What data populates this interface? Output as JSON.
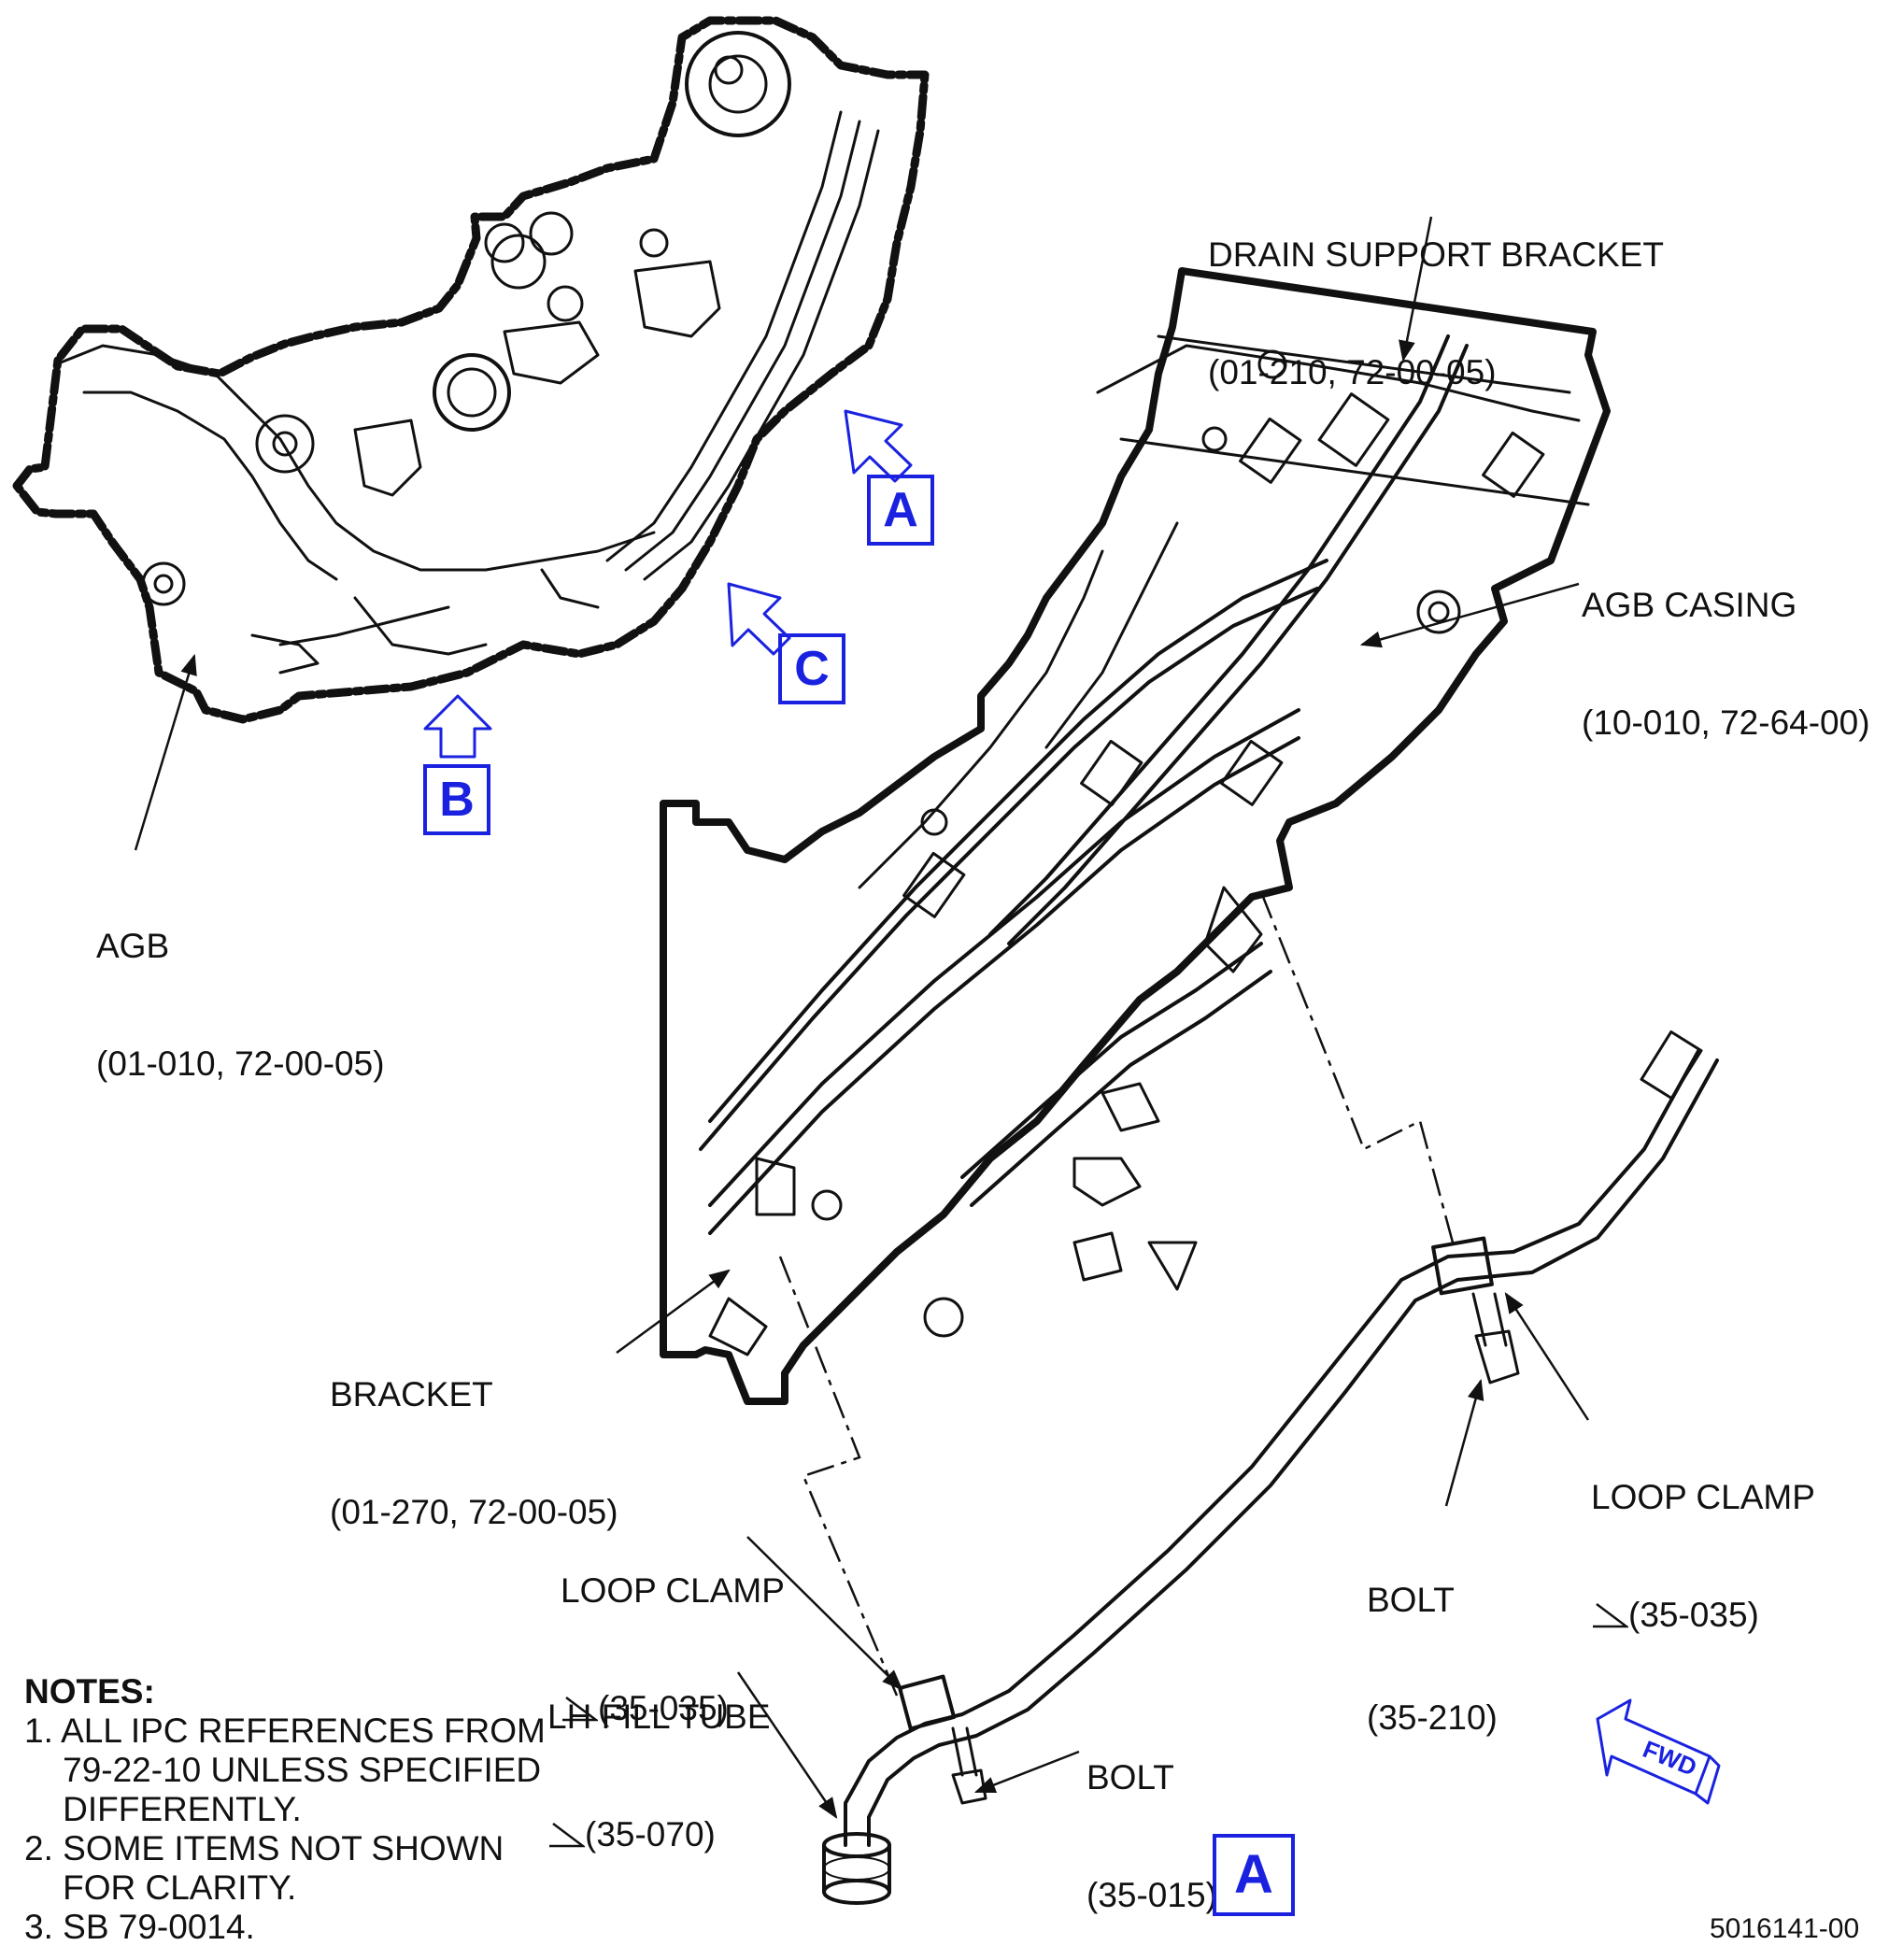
{
  "callouts": {
    "drain_support_bracket": {
      "name": "DRAIN SUPPORT BRACKET",
      "ref": "(01-210, 72-00-05)"
    },
    "agb_casing": {
      "name": "AGB CASING",
      "ref": "(10-010, 72-64-00)"
    },
    "agb": {
      "name": "AGB",
      "ref": "(01-010, 72-00-05)"
    },
    "bracket": {
      "name": "BRACKET",
      "ref": "(01-270, 72-00-05)"
    },
    "loop_clamp_right": {
      "name": "LOOP CLAMP",
      "ref": "(35-035)"
    },
    "bolt_right": {
      "name": "BOLT",
      "ref": "(35-210)"
    },
    "loop_clamp_left": {
      "name": "LOOP CLAMP",
      "ref": "(35-035)"
    },
    "lh_fill_tube": {
      "name": "LH FILL TUBE",
      "ref": "(35-070)"
    },
    "bolt_left": {
      "name": "BOLT",
      "ref": "(35-015)"
    }
  },
  "view_labels": {
    "a_top": "A",
    "b": "B",
    "c": "C",
    "a_detail": "A"
  },
  "fwd_label": "FWD",
  "notes": {
    "title": "NOTES:",
    "items": [
      "1. ALL IPC REFERENCES FROM",
      "    79-22-10 UNLESS SPECIFIED",
      "    DIFFERENTLY.",
      "2. SOME ITEMS NOT SHOWN",
      "    FOR CLARITY.",
      "3. SB 79-0014."
    ]
  },
  "figure_number": "5016141-00",
  "colors": {
    "view_marker": "#1a22e0",
    "line": "#111111"
  }
}
